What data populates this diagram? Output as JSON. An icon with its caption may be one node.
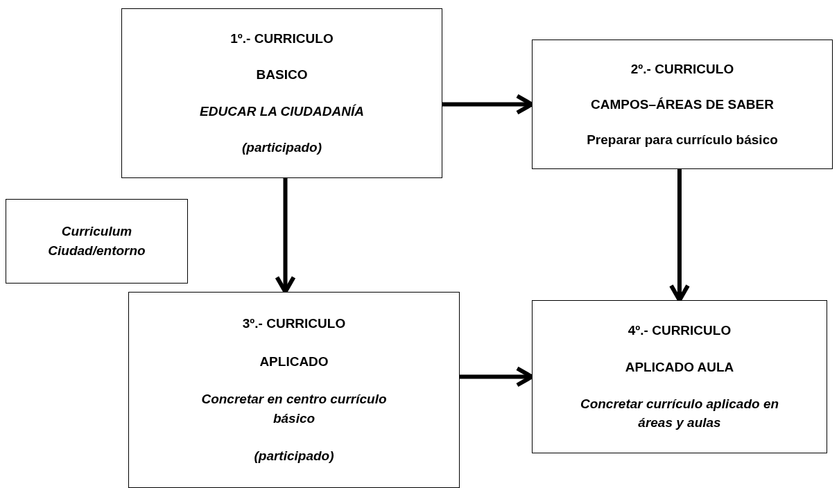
{
  "diagram": {
    "nodes": [
      {
        "text": [
          "1º.- CURRICULO",
          "BASICO",
          "EDUCAR LA CIUDADANÍA",
          "(participado)"
        ]
      },
      {
        "text": [
          "2º.- CURRICULO",
          "CAMPOS–ÁREAS DE SABER",
          "Preparar para currículo básico"
        ]
      },
      {
        "text": [
          "Curriculum Ciudad/entorno"
        ]
      },
      {
        "text": [
          "3º.- CURRICULO",
          "APLICADO",
          "Concretar en centro  currículo básico",
          "(participado)"
        ]
      },
      {
        "text": [
          "4º.- CURRICULO",
          "APLICADO AULA",
          "Concretar currículo aplicado en áreas y aulas"
        ]
      }
    ],
    "edges": [
      {
        "from": 0,
        "to": 1,
        "arrow": "to"
      },
      {
        "from": 0,
        "to": 3,
        "arrow": "to"
      },
      {
        "from": 1,
        "to": 4,
        "arrow": "to"
      },
      {
        "from": 3,
        "to": 4,
        "arrow": "to"
      }
    ]
  }
}
